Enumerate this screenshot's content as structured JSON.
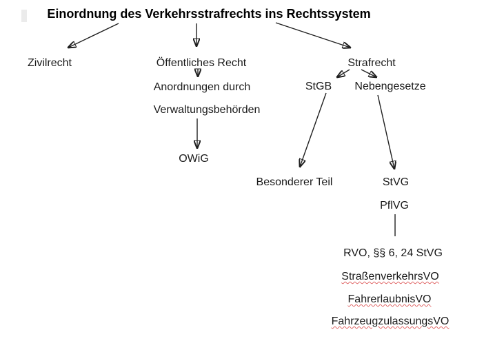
{
  "labels": {
    "title": "Einordnung des Verkehrsstrafrechts ins Rechtssystem",
    "zivilrecht": "Zivilrecht",
    "oeffentliches_recht": "Öffentliches Recht",
    "strafrecht": "Strafrecht",
    "anordnungen_durch": "Anordnungen durch",
    "verwaltungsbehoerden": "Verwaltungsbehörden",
    "owig": "OWiG",
    "stgb": "StGB",
    "nebengesetze": "Nebengesetze",
    "besonderer_teil": "Besonderer Teil",
    "stvg": "StVG",
    "pflvg": "PflVG",
    "rvo_stvg": "RVO, §§ 6, 24 StVG",
    "strassenverkehrsvo": "StraßenverkehrsVO",
    "fahrerlaubnisvo": "FahrerlaubnisVO",
    "fahrzeugzulassungsvo": "FahrzeugzulassungsVO"
  },
  "edges": [
    {
      "from": "title",
      "to": "zivilrecht",
      "style": "arrow"
    },
    {
      "from": "title",
      "to": "oeffentliches_recht",
      "style": "arrow"
    },
    {
      "from": "title",
      "to": "strafrecht",
      "style": "arrow"
    },
    {
      "from": "oeffentliches_recht",
      "to": "anordnungen_durch",
      "style": "arrow"
    },
    {
      "from": "verwaltungsbehoerden",
      "to": "owig",
      "style": "arrow"
    },
    {
      "from": "strafrecht",
      "to": "stgb",
      "style": "arrow"
    },
    {
      "from": "strafrecht",
      "to": "nebengesetze",
      "style": "arrow"
    },
    {
      "from": "stgb",
      "to": "besonderer_teil",
      "style": "arrow"
    },
    {
      "from": "nebengesetze",
      "to": "stvg",
      "style": "arrow"
    },
    {
      "from": "pflvg",
      "to": "rvo_stvg",
      "style": "plain-line"
    }
  ],
  "spellcheck_marked": [
    "strassenverkehrsvo",
    "fahrerlaubnisvo",
    "fahrzeugzulassungsvo"
  ],
  "colors": {
    "text": "#1a1a1a",
    "background": "#ffffff",
    "arrow": "#1f1f1f",
    "spellcheck_underline": "#e06666"
  }
}
